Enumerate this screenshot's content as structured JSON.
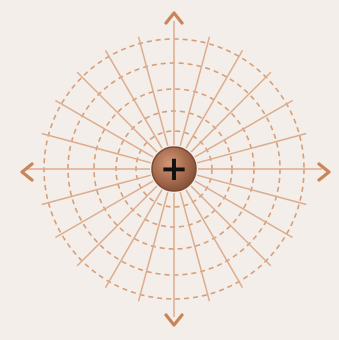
{
  "charge": {
    "sign_symbol": "+",
    "sign": "positive"
  },
  "field": {
    "radial_line_count": 24,
    "equipotential_ring_count": 5,
    "arrow_direction": "outward"
  },
  "colors": {
    "paper": "#f4eeea",
    "field_line": "#dcac8d",
    "equipotential": "#d69e77",
    "arrow": "#c98557",
    "charge_fill": "#a2684c",
    "charge_edge": "#7d4b33",
    "symbol": "#111111"
  }
}
